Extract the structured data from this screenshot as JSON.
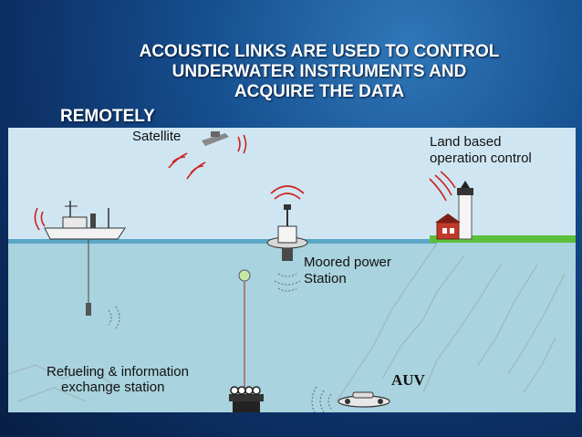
{
  "slide": {
    "title_lines": [
      "ACOUSTIC LINKS ARE USED TO CONTROL",
      "UNDERWATER INSTRUMENTS AND",
      "ACQUIRE THE DATA"
    ],
    "subtitle": "REMOTELY"
  },
  "diagram": {
    "labels": {
      "satellite": "Satellite",
      "land_line1": "Land based",
      "land_line2": "operation control",
      "moored_line1": "Moored power",
      "moored_line2": "Station",
      "refuel_line1": "Refueling & information",
      "refuel_line2": "exchange station",
      "auv": "AUV"
    },
    "colors": {
      "sky": "#cfe6f2",
      "sea": "#a9d3de",
      "sea_surface": "#5aa7c6",
      "signal": "#d02020",
      "land": "#5bbf3a"
    }
  }
}
